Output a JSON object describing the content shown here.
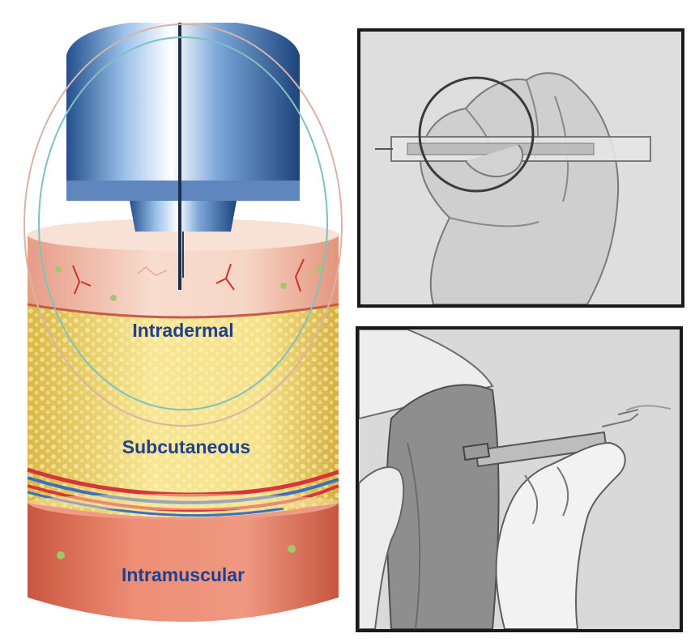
{
  "layers": {
    "intradermal": "Intradermal",
    "subcutaneous": "Subcutaneous",
    "intramuscular": "Intramuscular"
  },
  "colors": {
    "label": "#1f3f8f",
    "skin": "#f1c6b2",
    "fat": "#f2dc72",
    "muscle": "#e47a62",
    "vein": "#3a6fc4",
    "artery": "#d8343a",
    "device": "#8fb2dc",
    "panel_border": "#1a1a1a"
  },
  "icons": {
    "device": "injection-device-icon",
    "hand_syringe": "hand-holding-syringe-icon",
    "arm_injection": "arm-injection-icon"
  }
}
